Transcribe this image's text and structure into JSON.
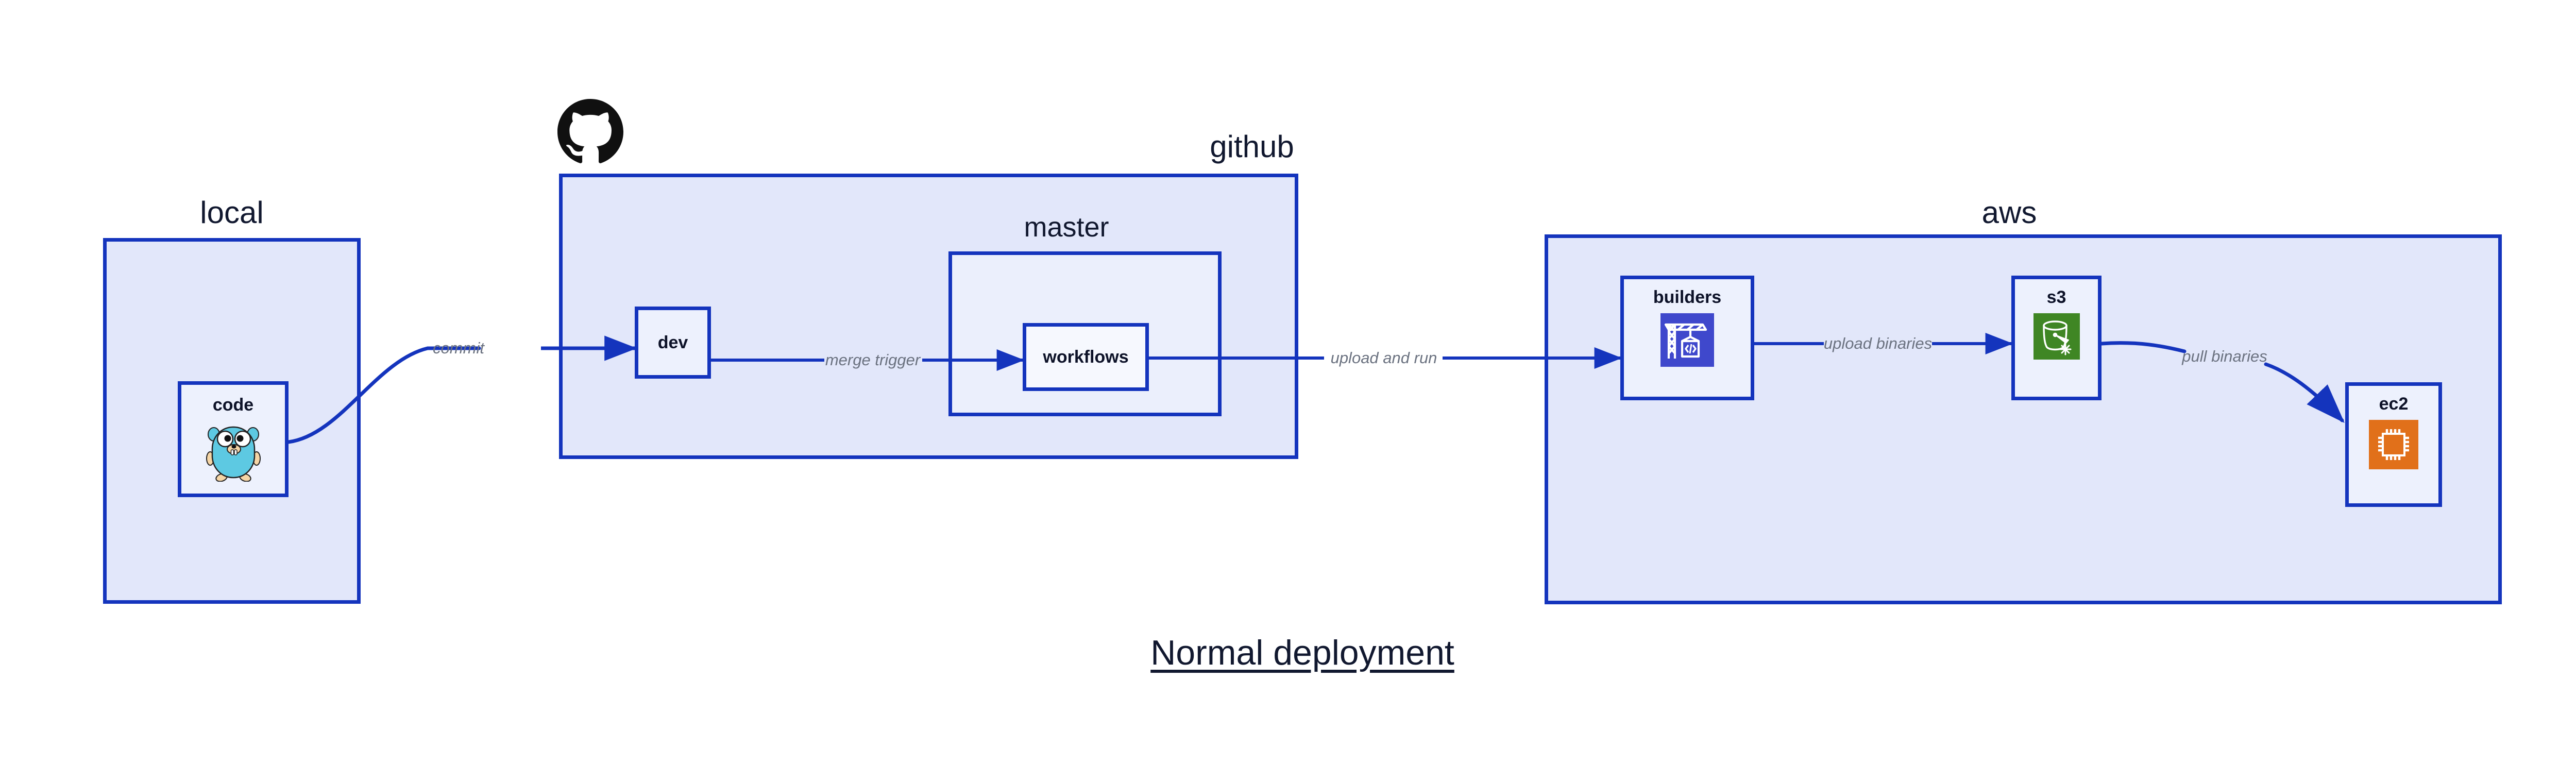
{
  "diagram": {
    "title": "Normal deployment",
    "background": "#ffffff",
    "accent_color": "#1434bd",
    "group_fill": "#e2e7fa",
    "node_fill": "#edf1fd",
    "label_color": "#6b7280",
    "text_color": "#11182f"
  },
  "groups": [
    {
      "id": "local",
      "label": "local"
    },
    {
      "id": "github",
      "label": "github"
    },
    {
      "id": "aws",
      "label": "aws"
    }
  ],
  "subgroups": [
    {
      "id": "master",
      "label": "master",
      "parent": "github"
    }
  ],
  "nodes": [
    {
      "id": "code",
      "label": "code",
      "parent": "local",
      "icon": "go-gopher-icon",
      "icon_color": "#5dc9e2"
    },
    {
      "id": "dev",
      "label": "dev",
      "parent": "github",
      "icon": "none",
      "icon_color": ""
    },
    {
      "id": "workflows",
      "label": "workflows",
      "parent": "master",
      "icon": "none",
      "icon_color": ""
    },
    {
      "id": "builders",
      "label": "builders",
      "parent": "aws",
      "icon": "aws-codebuild-icon",
      "icon_color": "#3f48cc"
    },
    {
      "id": "s3",
      "label": "s3",
      "parent": "aws",
      "icon": "aws-s3-glacier-icon",
      "icon_color": "#3f8624"
    },
    {
      "id": "ec2",
      "label": "ec2",
      "parent": "aws",
      "icon": "aws-ec2-icon",
      "icon_color": "#e1701a"
    }
  ],
  "edges": [
    {
      "id": "commit",
      "from": "code",
      "to": "dev",
      "label": "commit",
      "style": "curved"
    },
    {
      "id": "merge-trigger",
      "from": "dev",
      "to": "workflows",
      "label": "merge trigger",
      "style": "straight"
    },
    {
      "id": "upload-and-run",
      "from": "workflows",
      "to": "builders",
      "label": "upload and run",
      "style": "straight"
    },
    {
      "id": "upload-binaries",
      "from": "builders",
      "to": "s3",
      "label": "upload binaries",
      "style": "straight"
    },
    {
      "id": "pull-binaries",
      "from": "s3",
      "to": "ec2",
      "label": "pull binaries",
      "style": "curved"
    }
  ],
  "logos": [
    {
      "id": "github-octocat",
      "name": "github-octocat-logo",
      "color": "#101010"
    }
  ]
}
